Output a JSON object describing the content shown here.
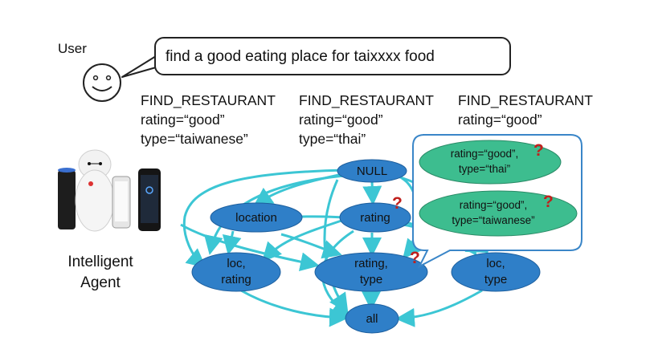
{
  "user": {
    "label": "User"
  },
  "utterance": "find a good eating place for taixxxx food",
  "frames": [
    {
      "intent": "FIND_RESTAURANT",
      "rating": "rating=“good”",
      "type": "type=“taiwanese”"
    },
    {
      "intent": "FIND_RESTAURANT",
      "rating": "rating=“good”",
      "type": "type=“thai”"
    },
    {
      "intent": "FIND_RESTAURANT",
      "rating": "rating=“good”",
      "type": ""
    }
  ],
  "agent": {
    "line1": "Intelligent",
    "line2": "Agent"
  },
  "lattice": {
    "null": "NULL",
    "location": "location",
    "rating": "rating",
    "loc_rating": [
      "loc,",
      "rating"
    ],
    "rating_type": [
      "rating,",
      "type"
    ],
    "loc_type": [
      "loc,",
      "type"
    ],
    "all": "all"
  },
  "candidates": [
    {
      "line1": "rating=“good”,",
      "line2": "type=“thai”"
    },
    {
      "line1": "rating=“good”,",
      "line2": "type=“taiwanese”"
    }
  ],
  "qmark": "?",
  "colors": {
    "node": "#2f7fc8",
    "edge": "#3cc6d4",
    "candidate": "#3dbd8f",
    "qmark": "#c0201c"
  }
}
